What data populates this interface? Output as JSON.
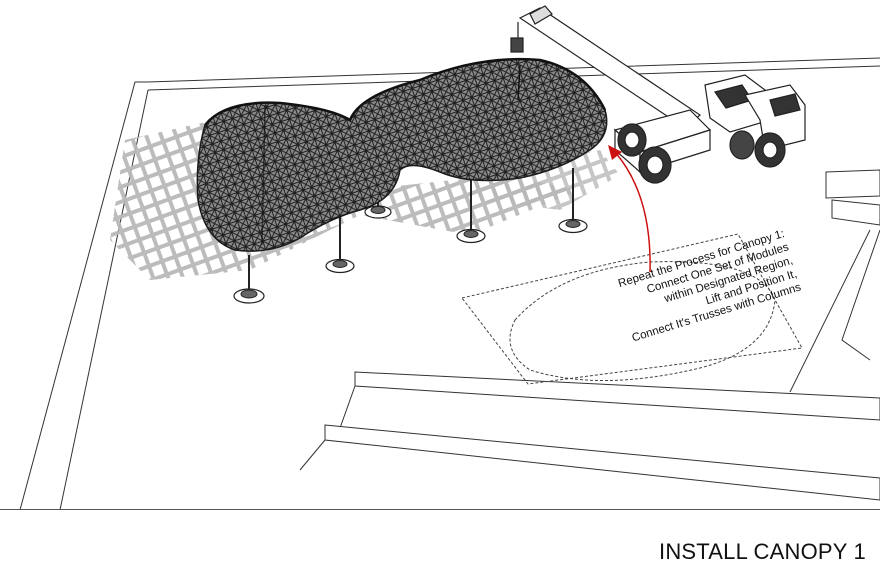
{
  "title": "INSTALL CANOPY 1",
  "callout": {
    "lines": [
      "Repeat the Process for Canopy 1:",
      "Connect One Set of Modules",
      "within Designated Region,",
      "Lift and Position It,",
      "Connect It's Trusses with Columns"
    ]
  },
  "colors": {
    "line": "#333333",
    "shadow": "#bdbdbd",
    "canopy": "#2a2a2a",
    "arrow": "#cc1111"
  },
  "icons": [
    "crane-truck-icon",
    "canopy-truss-icon",
    "column-base-icon",
    "curved-arrow-icon"
  ]
}
